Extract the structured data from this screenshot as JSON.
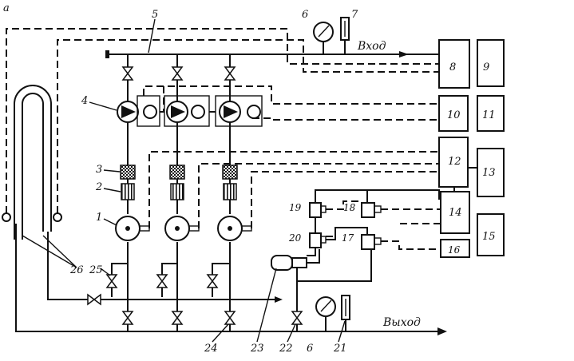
{
  "figure_letter": "a",
  "inlet_label": "Вход",
  "outlet_label": "Выход",
  "callouts": {
    "c1": "1",
    "c2": "2",
    "c3": "3",
    "c4": "4",
    "c5": "5",
    "c6_top": "6",
    "c6_bottom": "6",
    "c7": "7",
    "c8": "8",
    "c9": "9",
    "c10": "10",
    "c11": "11",
    "c12": "12",
    "c13": "13",
    "c14": "14",
    "c15": "15",
    "c16": "16",
    "c17": "17",
    "c18": "18",
    "c19": "19",
    "c20": "20",
    "c21": "21",
    "c22": "22",
    "c23": "23",
    "c24": "24",
    "c25": "25",
    "c26": "26"
  }
}
